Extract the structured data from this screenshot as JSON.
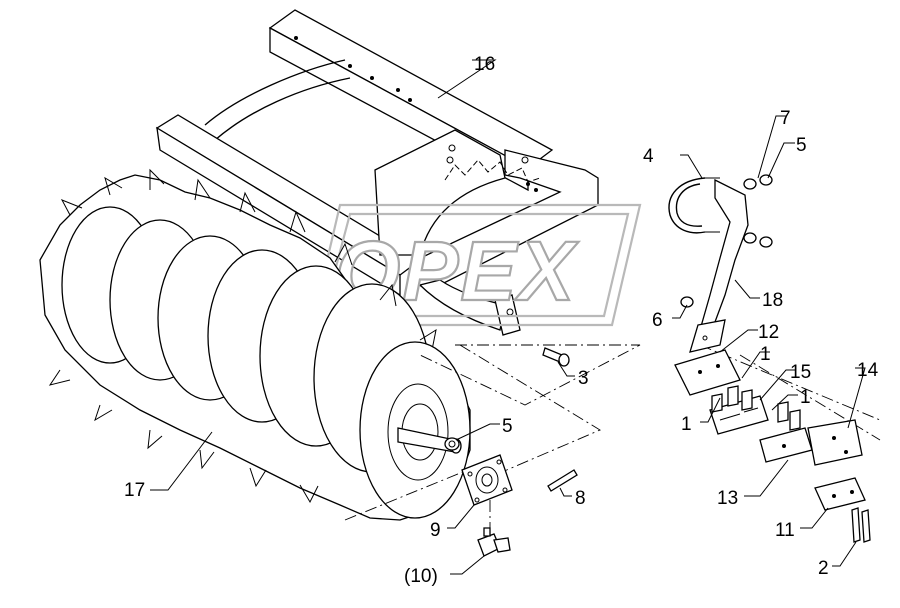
{
  "watermark": {
    "text": "OPEX"
  },
  "callouts": {
    "c1a": "1",
    "c1b": "1",
    "c1c": "1",
    "c2": "2",
    "c3": "3",
    "c4": "4",
    "c5a": "5",
    "c5b": "5",
    "c6": "6",
    "c7": "7",
    "c8": "8",
    "c9": "9",
    "c10": "(10)",
    "c11": "11",
    "c12": "12",
    "c13": "13",
    "c14": "14",
    "c15": "15",
    "c16": "16",
    "c17": "17",
    "c18": "18"
  }
}
